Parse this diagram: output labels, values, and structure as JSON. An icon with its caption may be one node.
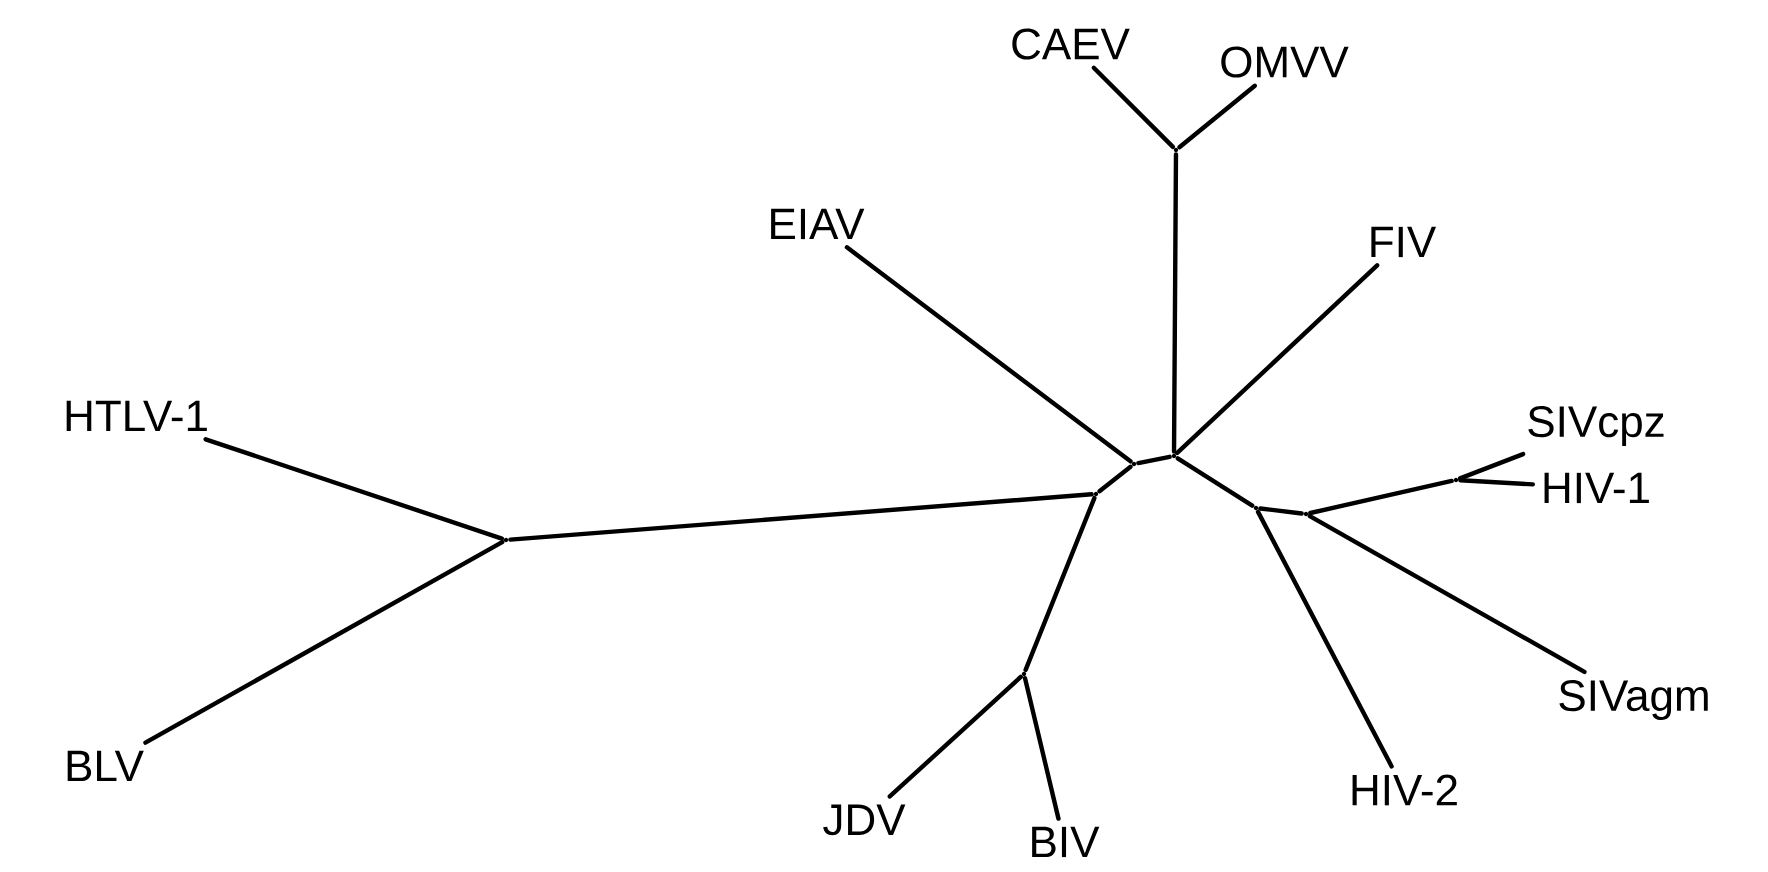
{
  "diagram": {
    "nodes": [
      {
        "text": [
          "CAEV"
        ]
      },
      {
        "text": [
          "OMVV"
        ]
      },
      {
        "text": [
          "EIAV"
        ]
      },
      {
        "text": [
          "FIV"
        ]
      },
      {
        "text": [
          "HTLV-1"
        ]
      },
      {
        "text": [
          "SIVcpz"
        ]
      },
      {
        "text": [
          "HIV-1"
        ]
      },
      {
        "text": [
          "SIVagm"
        ]
      },
      {
        "text": [
          "BLV"
        ]
      },
      {
        "text": [
          "JDV"
        ]
      },
      {
        "text": [
          "BIV"
        ]
      },
      {
        "text": [
          "HIV-2"
        ]
      },
      {
        "text": [],
        "shape": "point"
      },
      {
        "text": [],
        "shape": "point"
      },
      {
        "text": [],
        "shape": "point"
      },
      {
        "text": [],
        "shape": "point"
      },
      {
        "text": [],
        "shape": "point"
      },
      {
        "text": [],
        "shape": "point"
      },
      {
        "text": [],
        "shape": "point"
      },
      {
        "text": [],
        "shape": "point"
      },
      {
        "text": [],
        "shape": "point"
      }
    ],
    "edges": [
      {
        "from": 12,
        "to": 4,
        "arrow": "none"
      },
      {
        "from": 12,
        "to": 8,
        "arrow": "none"
      },
      {
        "from": 12,
        "to": 14,
        "arrow": "none"
      },
      {
        "from": 14,
        "to": 13,
        "arrow": "none"
      },
      {
        "from": 13,
        "to": 9,
        "arrow": "none"
      },
      {
        "from": 13,
        "to": 10,
        "arrow": "none"
      },
      {
        "from": 14,
        "to": 15,
        "arrow": "none"
      },
      {
        "from": 15,
        "to": 2,
        "arrow": "none"
      },
      {
        "from": 15,
        "to": 16,
        "arrow": "none"
      },
      {
        "from": 16,
        "to": 17,
        "arrow": "none"
      },
      {
        "from": 17,
        "to": 0,
        "arrow": "none"
      },
      {
        "from": 17,
        "to": 1,
        "arrow": "none"
      },
      {
        "from": 16,
        "to": 3,
        "arrow": "none"
      },
      {
        "from": 16,
        "to": 18,
        "arrow": "none"
      },
      {
        "from": 18,
        "to": 11,
        "arrow": "none"
      },
      {
        "from": 18,
        "to": 19,
        "arrow": "none"
      },
      {
        "from": 19,
        "to": 7,
        "arrow": "none"
      },
      {
        "from": 19,
        "to": 20,
        "arrow": "none"
      },
      {
        "from": 20,
        "to": 5,
        "arrow": "none"
      },
      {
        "from": 20,
        "to": 6,
        "arrow": "none"
      }
    ]
  }
}
